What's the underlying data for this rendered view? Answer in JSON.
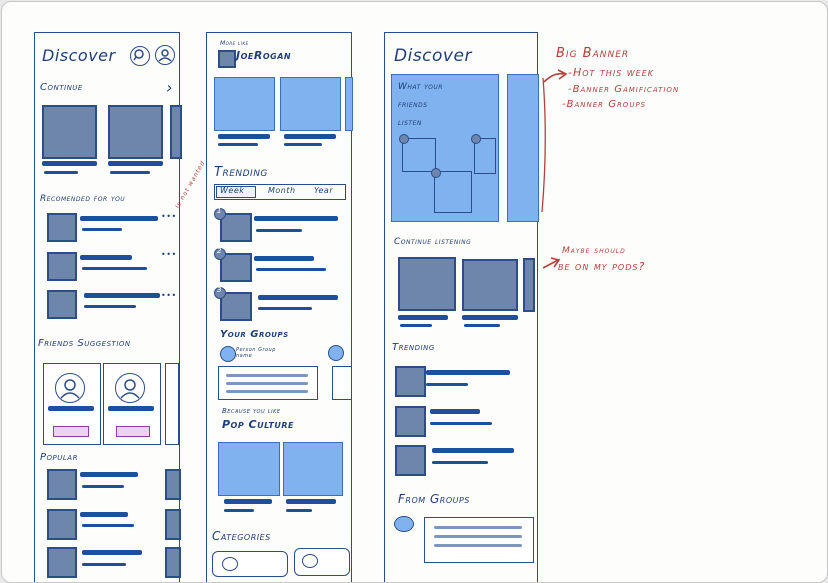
{
  "frame1": {
    "title": "Discover",
    "search_icon": "search-icon",
    "profile_icon": "profile-icon",
    "continue_label": "Continue",
    "continue_arrow": "›",
    "recommended_label": "Recomended for you",
    "side_note": "is not wanted",
    "dots": "•••",
    "friends_label": "Friends Suggestion",
    "popular_label": "Popular"
  },
  "frame2": {
    "more_like": "More like",
    "joe": "JoeRogan",
    "trending_label": "Trending",
    "tabs": [
      "Week",
      "Month",
      "Year"
    ],
    "ranks": [
      "1",
      "2",
      "3"
    ],
    "groups_label": "Your Groups",
    "group_name": "Person Group name",
    "because_label": "Because you like",
    "pop_label": "Pop Culture",
    "categories_label": "Categories"
  },
  "frame3": {
    "title": "Discover",
    "banner_text_1": "What your",
    "banner_text_2": "friends",
    "banner_text_3": "listen",
    "continue_label": "Continue listening",
    "trending_label": "Trending",
    "groups_label": "From Groups"
  },
  "notes": {
    "big_banner": "Big Banner",
    "hot_week": "-Hot this week",
    "gamification": "-Banner Gamification",
    "banner_groups": "-Banner Groups",
    "maybe_1": "Maybe should",
    "maybe_2": "be on my pods?"
  }
}
